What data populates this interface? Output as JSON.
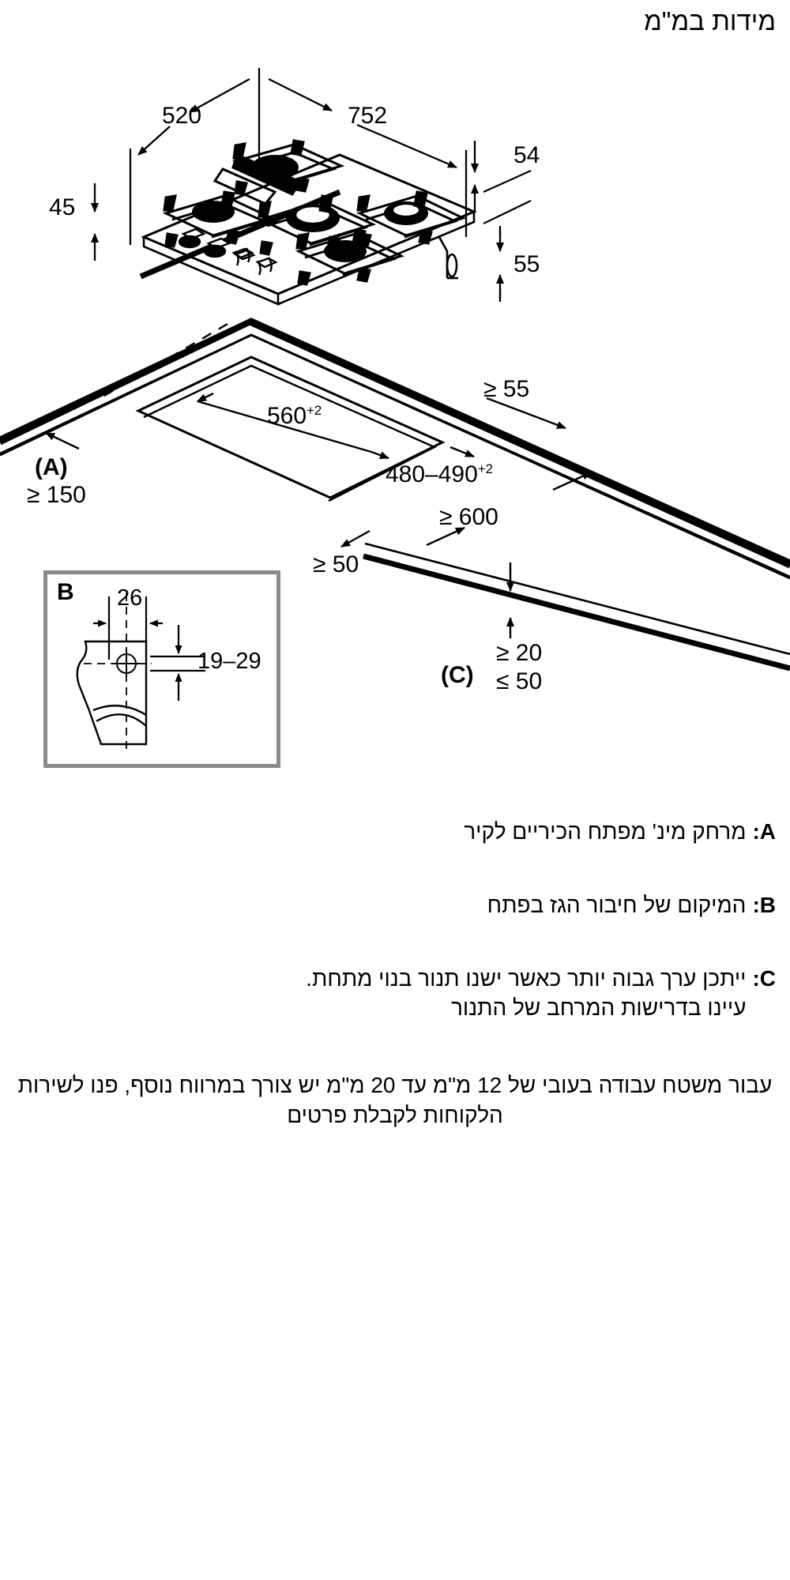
{
  "title": "מידות במ\"מ",
  "appliance_dimensions": {
    "width_back": "520",
    "width_front": "752",
    "right_upper": "54",
    "left_height": "45",
    "right_lower": "55"
  },
  "cutout_dimensions": {
    "cutout_width": "560",
    "cutout_width_tol": "+2",
    "cutout_depth": "480–490",
    "cutout_depth_tol": "+2",
    "rear_clearance": "≥ 55",
    "worktop_depth": "≥ 600",
    "side_clearance": "≥ 50",
    "wall_distance": "≥ 150",
    "wall_distance_key": "(A)",
    "thickness_key": "(C)",
    "thickness_min": "≥ 20",
    "thickness_max": "≤ 50"
  },
  "detail_b": {
    "key": "B",
    "horizontal": "26",
    "vertical": "19–29"
  },
  "legend": [
    {
      "key": "A:",
      "text": "מרחק מינ' מפתח הכיריים לקיר"
    },
    {
      "key": "B:",
      "text": "המיקום של חיבור הגז בפתח"
    },
    {
      "key": "C:",
      "text": "ייתכן ערך גבוה יותר כאשר ישנו תנור בנוי מתחת. עיינו בדרישות המרחב של התנור"
    }
  ],
  "footnote": "עבור משטח עבודה בעובי של 12 מ\"מ עד 20 מ\"מ יש צורך במרווח נוסף, פנו לשירות הלקוחות לקבלת פרטים",
  "colors": {
    "line": "#000000",
    "box_border": "#8a8a8a",
    "background": "#ffffff"
  }
}
